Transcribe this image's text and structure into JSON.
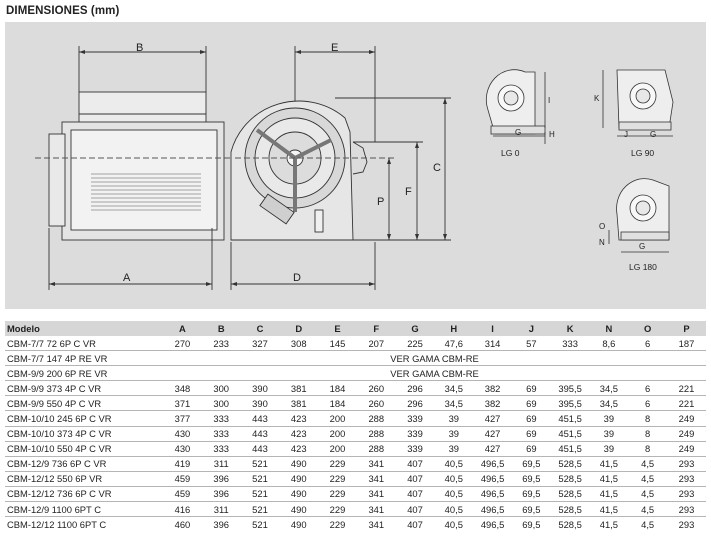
{
  "title": "DIMENSIONES (mm)",
  "drawing": {
    "main_labels": [
      "B",
      "E",
      "C",
      "F",
      "P",
      "A",
      "D"
    ],
    "lg0": {
      "caption": "LG 0",
      "labels": [
        "I",
        "G",
        "H"
      ]
    },
    "lg90": {
      "caption": "LG 90",
      "labels": [
        "K",
        "J",
        "G"
      ]
    },
    "lg180": {
      "caption": "LG 180",
      "labels": [
        "O",
        "N",
        "G"
      ]
    }
  },
  "table": {
    "headers": [
      "Modelo",
      "A",
      "B",
      "C",
      "D",
      "E",
      "F",
      "G",
      "H",
      "I",
      "J",
      "K",
      "N",
      "O",
      "P"
    ],
    "rows": [
      {
        "model": "CBM-7/7 72 6P C VR",
        "values": [
          "270",
          "233",
          "327",
          "308",
          "145",
          "207",
          "225",
          "47,6",
          "314",
          "57",
          "333",
          "8,6",
          "6",
          "187"
        ]
      },
      {
        "model": "CBM-7/7 147 4P RE VR",
        "note": "VER GAMA CBM-RE"
      },
      {
        "model": "CBM-9/9 200 6P RE VR",
        "note": "VER GAMA CBM-RE"
      },
      {
        "model": "CBM-9/9 373 4P C VR",
        "values": [
          "348",
          "300",
          "390",
          "381",
          "184",
          "260",
          "296",
          "34,5",
          "382",
          "69",
          "395,5",
          "34,5",
          "6",
          "221"
        ]
      },
      {
        "model": "CBM-9/9 550 4P C VR",
        "values": [
          "371",
          "300",
          "390",
          "381",
          "184",
          "260",
          "296",
          "34,5",
          "382",
          "69",
          "395,5",
          "34,5",
          "6",
          "221"
        ]
      },
      {
        "model": "CBM-10/10 245 6P C VR",
        "values": [
          "377",
          "333",
          "443",
          "423",
          "200",
          "288",
          "339",
          "39",
          "427",
          "69",
          "451,5",
          "39",
          "8",
          "249"
        ]
      },
      {
        "model": "CBM-10/10 373 4P C VR",
        "values": [
          "430",
          "333",
          "443",
          "423",
          "200",
          "288",
          "339",
          "39",
          "427",
          "69",
          "451,5",
          "39",
          "8",
          "249"
        ]
      },
      {
        "model": "CBM-10/10 550 4P C VR",
        "values": [
          "430",
          "333",
          "443",
          "423",
          "200",
          "288",
          "339",
          "39",
          "427",
          "69",
          "451,5",
          "39",
          "8",
          "249"
        ]
      },
      {
        "model": "CBM-12/9 736 6P C VR",
        "values": [
          "419",
          "311",
          "521",
          "490",
          "229",
          "341",
          "407",
          "40,5",
          "496,5",
          "69,5",
          "528,5",
          "41,5",
          "4,5",
          "293"
        ]
      },
      {
        "model": "CBM-12/12 550 6P VR",
        "values": [
          "459",
          "396",
          "521",
          "490",
          "229",
          "341",
          "407",
          "40,5",
          "496,5",
          "69,5",
          "528,5",
          "41,5",
          "4,5",
          "293"
        ]
      },
      {
        "model": "CBM-12/12 736 6P C VR",
        "values": [
          "459",
          "396",
          "521",
          "490",
          "229",
          "341",
          "407",
          "40,5",
          "496,5",
          "69,5",
          "528,5",
          "41,5",
          "4,5",
          "293"
        ]
      },
      {
        "model": "CBM-12/9 1100 6PT C",
        "values": [
          "416",
          "311",
          "521",
          "490",
          "229",
          "341",
          "407",
          "40,5",
          "496,5",
          "69,5",
          "528,5",
          "41,5",
          "4,5",
          "293"
        ]
      },
      {
        "model": "CBM-12/12 1100 6PT C",
        "values": [
          "460",
          "396",
          "521",
          "490",
          "229",
          "341",
          "407",
          "40,5",
          "496,5",
          "69,5",
          "528,5",
          "41,5",
          "4,5",
          "293"
        ]
      }
    ]
  }
}
